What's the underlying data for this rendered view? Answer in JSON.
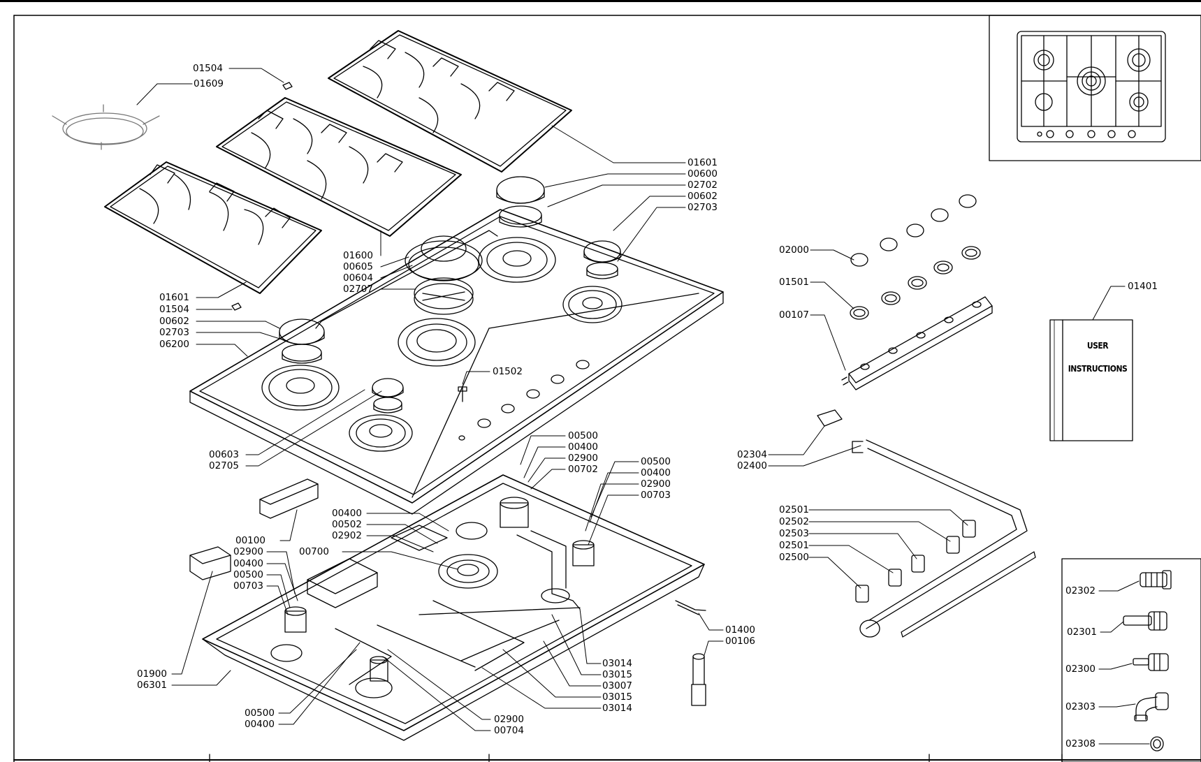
{
  "manual": {
    "line1": "USER",
    "line2": "INSTRUCTIONS"
  },
  "labels": [
    {
      "id": "l01504a",
      "text": "01504"
    },
    {
      "id": "l01609",
      "text": "01609"
    },
    {
      "id": "l01601a",
      "text": "01601"
    },
    {
      "id": "l00600",
      "text": "00600"
    },
    {
      "id": "l02702",
      "text": "02702"
    },
    {
      "id": "l00602a",
      "text": "00602"
    },
    {
      "id": "l02703a",
      "text": "02703"
    },
    {
      "id": "l01600",
      "text": "01600"
    },
    {
      "id": "l00605",
      "text": "00605"
    },
    {
      "id": "l00604",
      "text": "00604"
    },
    {
      "id": "l02707",
      "text": "02707"
    },
    {
      "id": "l01601b",
      "text": "01601"
    },
    {
      "id": "l01504b",
      "text": "01504"
    },
    {
      "id": "l00602b",
      "text": "00602"
    },
    {
      "id": "l02703b",
      "text": "02703"
    },
    {
      "id": "l06200",
      "text": "06200"
    },
    {
      "id": "l01502",
      "text": "01502"
    },
    {
      "id": "l00603",
      "text": "00603"
    },
    {
      "id": "l02705",
      "text": "02705"
    },
    {
      "id": "l02000",
      "text": "02000"
    },
    {
      "id": "l01501",
      "text": "01501"
    },
    {
      "id": "l00107",
      "text": "00107"
    },
    {
      "id": "l01401",
      "text": "01401"
    },
    {
      "id": "l02304",
      "text": "02304"
    },
    {
      "id": "l02400",
      "text": "02400"
    },
    {
      "id": "l00500a",
      "text": "00500"
    },
    {
      "id": "l00400a",
      "text": "00400"
    },
    {
      "id": "l02900a",
      "text": "02900"
    },
    {
      "id": "l00702",
      "text": "00702"
    },
    {
      "id": "l00500b",
      "text": "00500"
    },
    {
      "id": "l00400b",
      "text": "00400"
    },
    {
      "id": "l02900b",
      "text": "02900"
    },
    {
      "id": "l00703a",
      "text": "00703"
    },
    {
      "id": "l00400c",
      "text": "00400"
    },
    {
      "id": "l00502",
      "text": "00502"
    },
    {
      "id": "l02902",
      "text": "02902"
    },
    {
      "id": "l00700",
      "text": "00700"
    },
    {
      "id": "l00100",
      "text": "00100"
    },
    {
      "id": "l02900c",
      "text": "02900"
    },
    {
      "id": "l00400d",
      "text": "00400"
    },
    {
      "id": "l00500c",
      "text": "00500"
    },
    {
      "id": "l00703b",
      "text": "00703"
    },
    {
      "id": "l02501a",
      "text": "02501"
    },
    {
      "id": "l02502",
      "text": "02502"
    },
    {
      "id": "l02503",
      "text": "02503"
    },
    {
      "id": "l02501b",
      "text": "02501"
    },
    {
      "id": "l02500",
      "text": "02500"
    },
    {
      "id": "l02302",
      "text": "02302"
    },
    {
      "id": "l02301",
      "text": "02301"
    },
    {
      "id": "l02300",
      "text": "02300"
    },
    {
      "id": "l02303",
      "text": "02303"
    },
    {
      "id": "l02308",
      "text": "02308"
    },
    {
      "id": "l01400",
      "text": "01400"
    },
    {
      "id": "l00106",
      "text": "00106"
    },
    {
      "id": "l03014a",
      "text": "03014"
    },
    {
      "id": "l03015a",
      "text": "03015"
    },
    {
      "id": "l03007",
      "text": "03007"
    },
    {
      "id": "l03015b",
      "text": "03015"
    },
    {
      "id": "l03014b",
      "text": "03014"
    },
    {
      "id": "l01900",
      "text": "01900"
    },
    {
      "id": "l06301",
      "text": "06301"
    },
    {
      "id": "l00500d",
      "text": "00500"
    },
    {
      "id": "l00400e",
      "text": "00400"
    },
    {
      "id": "l02900d",
      "text": "02900"
    },
    {
      "id": "l00704",
      "text": "00704"
    }
  ]
}
